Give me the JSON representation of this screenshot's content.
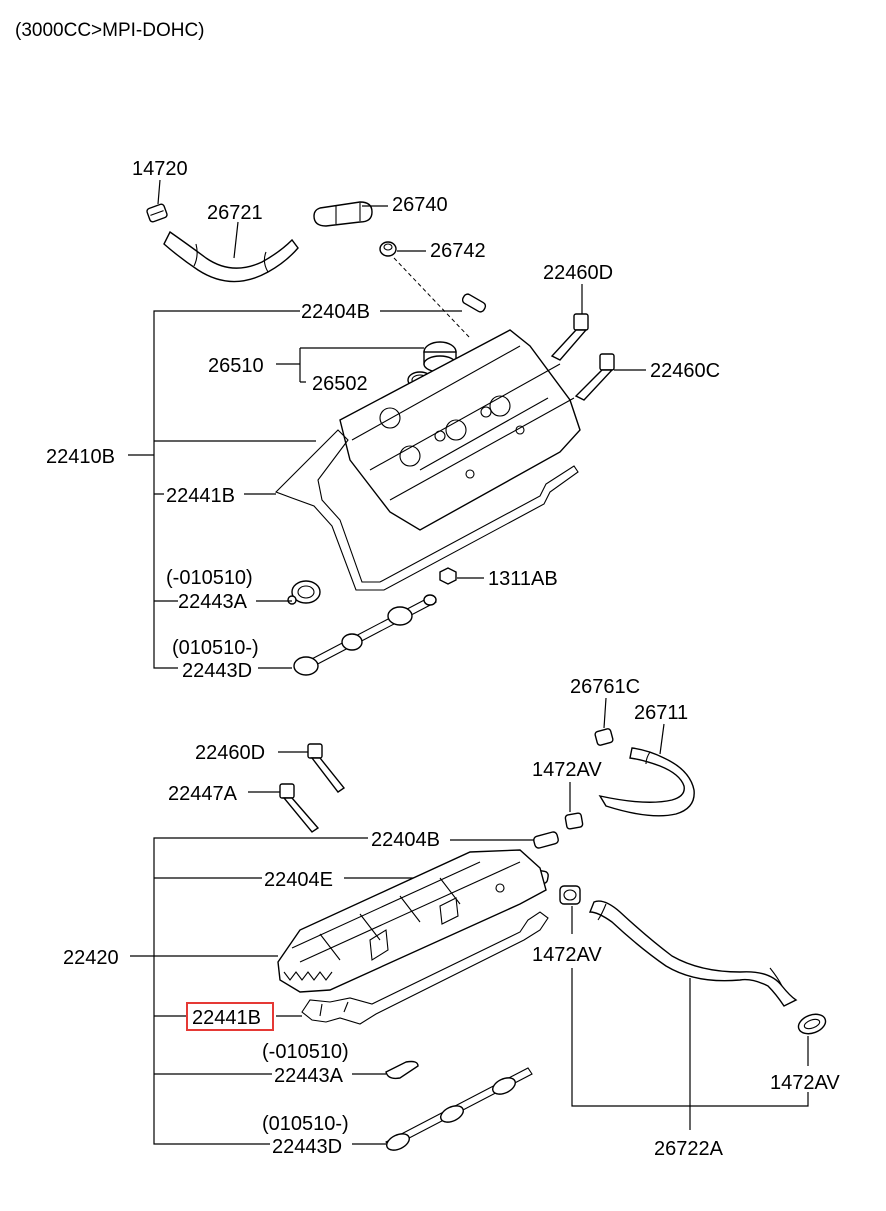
{
  "title": "(3000CC>MPI-DOHC)",
  "highlight_color": "#e53935",
  "labels": {
    "p14720": "14720",
    "p26721": "26721",
    "p26740": "26740",
    "p26742": "26742",
    "p22460D_top": "22460D",
    "p22404B_top": "22404B",
    "p26510": "26510",
    "p26502": "26502",
    "p22460C": "22460C",
    "p22410B": "22410B",
    "p22441B_top": "22441B",
    "note_010510_before_top": "(-010510)",
    "p22443A_top": "22443A",
    "p1311AB": "1311AB",
    "note_010510_after_top": "(010510-)",
    "p22443D_top": "22443D",
    "p26761C": "26761C",
    "p26711": "26711",
    "p22460D_bot": "22460D",
    "p1472AV_a": "1472AV",
    "p22447A": "22447A",
    "p22404B_bot": "22404B",
    "p22404E": "22404E",
    "p22420": "22420",
    "p1472AV_b": "1472AV",
    "p22441B_bot": "22441B",
    "note_010510_before_bot": "(-010510)",
    "p22443A_bot": "22443A",
    "p1472AV_c": "1472AV",
    "note_010510_after_bot": "(010510-)",
    "p22443D_bot": "22443D",
    "p26722A": "26722A"
  }
}
